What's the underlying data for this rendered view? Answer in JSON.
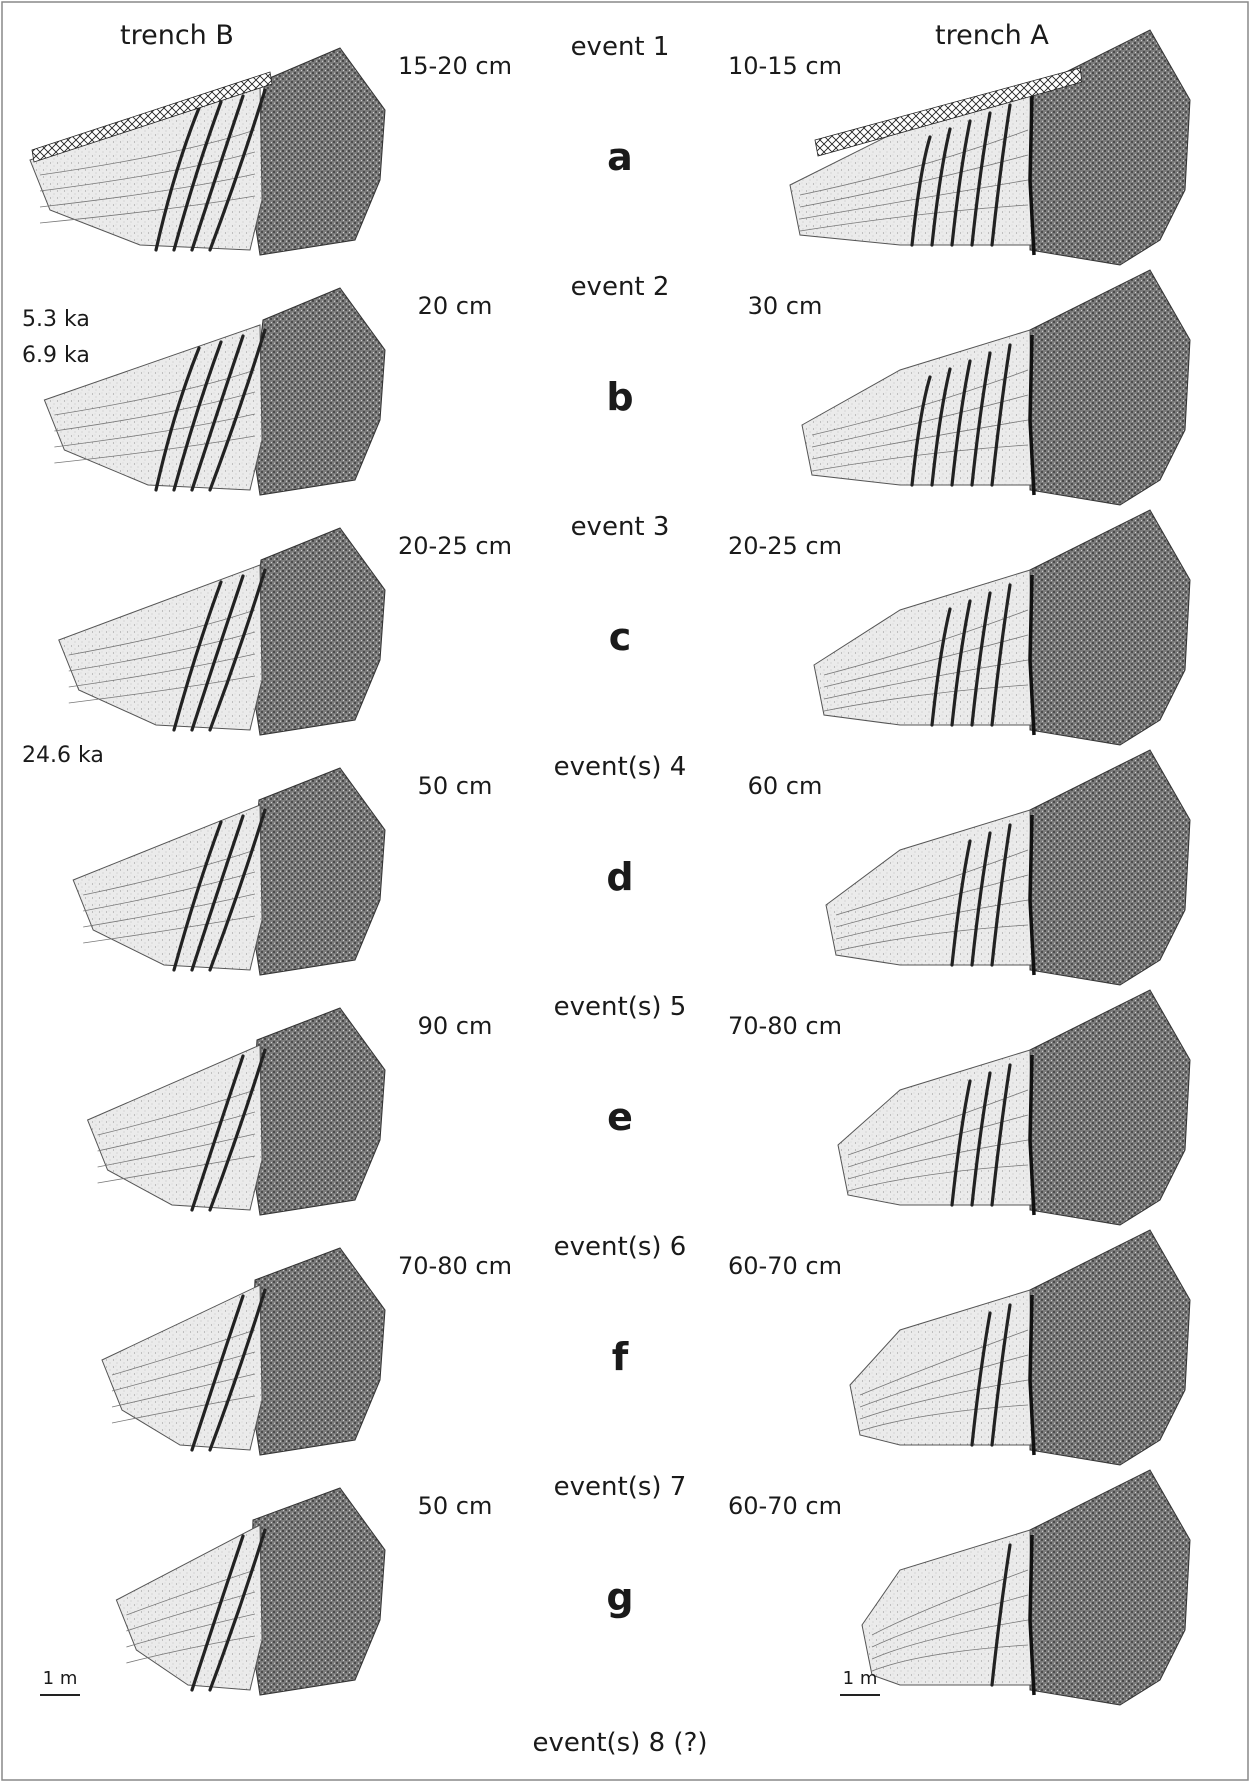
{
  "headers": {
    "left": "trench B",
    "right": "trench A"
  },
  "panels": [
    {
      "letter": "a",
      "event": "event 1",
      "offset_b": "15-20 cm",
      "offset_a": "10-15 cm",
      "ages": []
    },
    {
      "letter": "b",
      "event": "event 2",
      "offset_b": "20 cm",
      "offset_a": "30 cm",
      "ages": [
        "5.3 ka",
        "6.9 ka"
      ]
    },
    {
      "letter": "c",
      "event": "event 3",
      "offset_b": "20-25 cm",
      "offset_a": "20-25 cm",
      "ages": []
    },
    {
      "letter": "d",
      "event": "event(s) 4",
      "offset_b": "50 cm",
      "offset_a": "60 cm",
      "ages": [
        "24.6 ka"
      ]
    },
    {
      "letter": "e",
      "event": "event(s) 5",
      "offset_b": "90 cm",
      "offset_a": "70-80 cm",
      "ages": []
    },
    {
      "letter": "f",
      "event": "event(s) 6",
      "offset_b": "70-80 cm",
      "offset_a": "60-70 cm",
      "ages": []
    },
    {
      "letter": "g",
      "event": "event(s) 7",
      "offset_b": "50 cm",
      "offset_a": "60-70 cm",
      "ages": []
    }
  ],
  "final_event": "event(s) 8 (?)",
  "scale": {
    "left": "1 m",
    "right": "1 m"
  }
}
